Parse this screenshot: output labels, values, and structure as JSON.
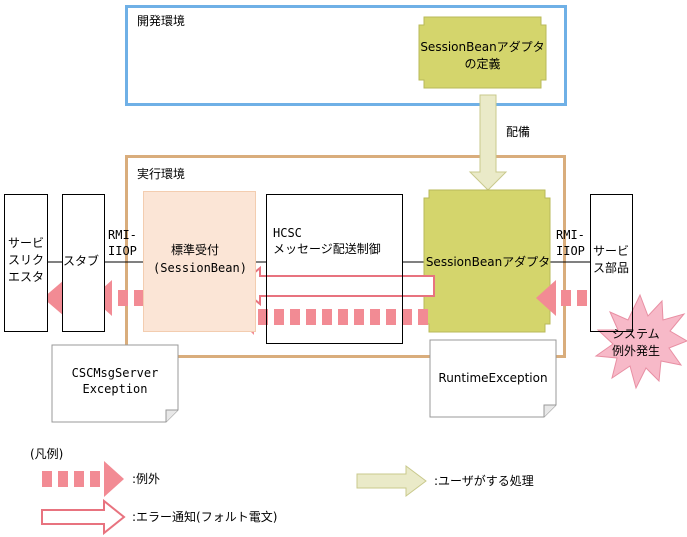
{
  "dev_env": {
    "title": "開発環境"
  },
  "adapter_def": {
    "line1": "SessionBeanアダプタ",
    "line2": "の定義"
  },
  "deploy_label": "配備",
  "run_env": {
    "title": "実行環境"
  },
  "service_requester": {
    "line1": "サービ",
    "line2": "スリク",
    "line3": "エスタ"
  },
  "stub": {
    "label": "スタブ"
  },
  "rmi_left": {
    "line1": "RMI-",
    "line2": "IIOP"
  },
  "standard_reception": {
    "line1": "標準受付",
    "line2": "(SessionBean)"
  },
  "hcsc": {
    "line1": "HCSC",
    "line2": "メッセージ配送制御"
  },
  "adapter": {
    "label": "SessionBeanアダプタ"
  },
  "rmi_right": {
    "line1": "RMI-",
    "line2": "IIOP"
  },
  "service_part": {
    "line1": "サービ",
    "line2": "ス部品"
  },
  "system_exception": {
    "line1": "システム",
    "line2": "例外発生"
  },
  "notes": {
    "csc": {
      "line1": "CSCMsgServer",
      "line2": "Exception"
    },
    "runtime": "RuntimeException"
  },
  "legend": {
    "title": "(凡例)",
    "exception": ":例外",
    "error_notice": ":エラー通知(フォルト電文)",
    "user_process": ":ユーザがする処理"
  },
  "colors": {
    "dev_border": "#6fb0e6",
    "run_border": "#d9ad7c",
    "adapter_fill": "#d4d56c",
    "reception_fill": "#fbe5d6",
    "exception_arrow": "#f28b94",
    "error_arrow": "#e8737f",
    "user_arrow_fill": "#eaeac8",
    "burst_fill": "#f7b9c8"
  }
}
